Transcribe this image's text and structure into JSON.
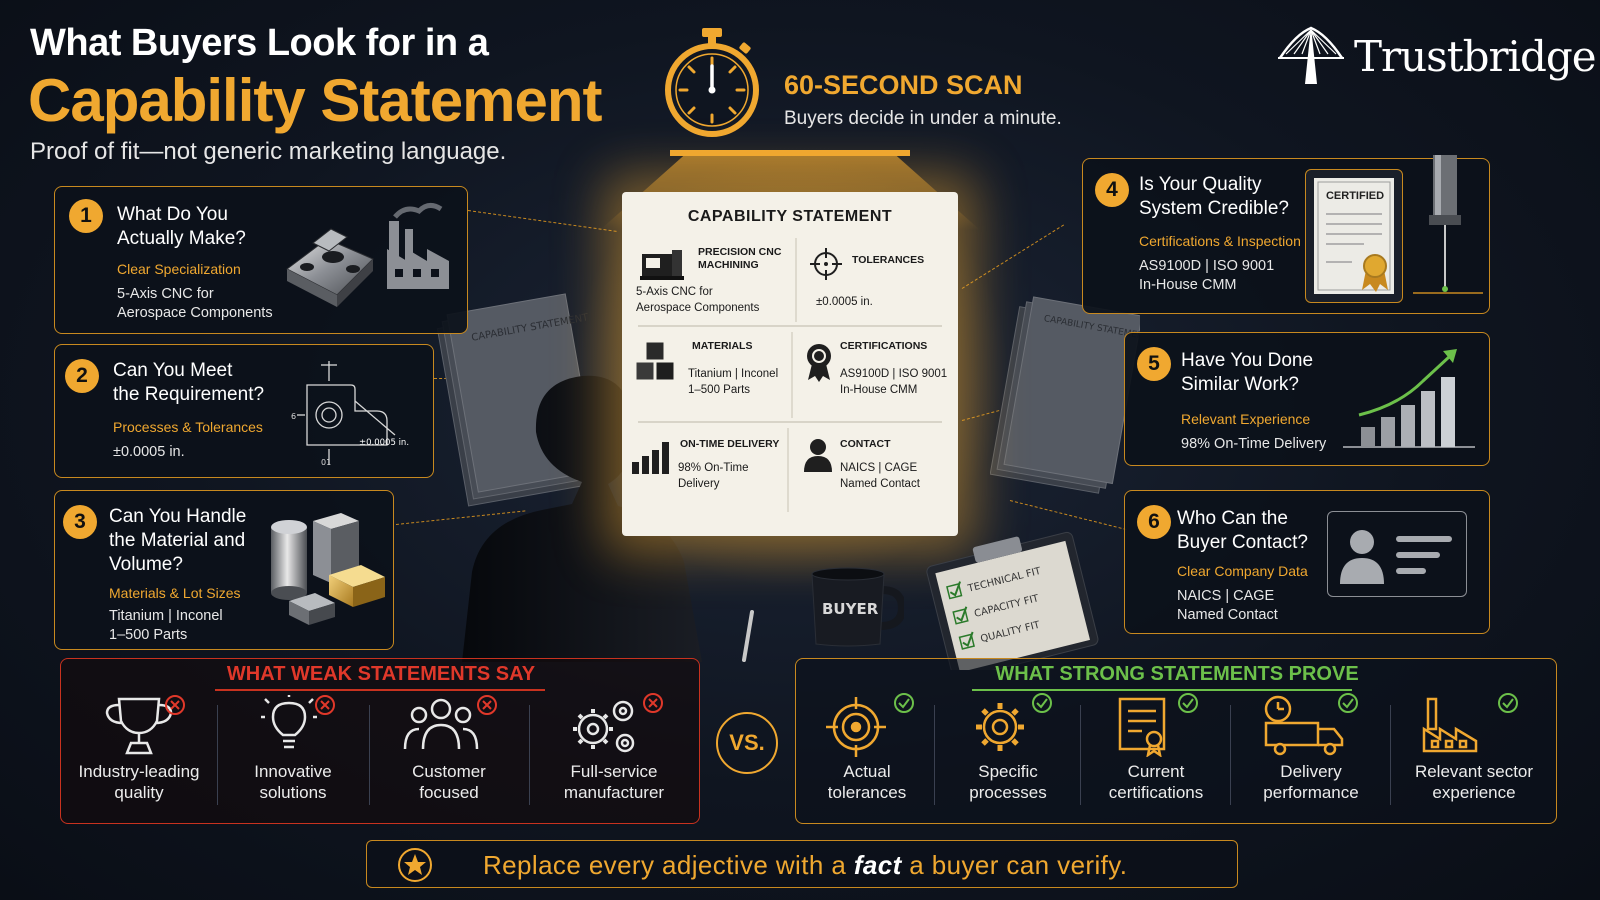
{
  "header": {
    "title_line1": "What Buyers Look for in a",
    "title_line2": "Capability Statement",
    "subtitle": "Proof of fit—not generic marketing language."
  },
  "scan": {
    "title": "60-SECOND SCAN",
    "subtitle": "Buyers decide in under a minute."
  },
  "brand": {
    "name": "Trustbridge",
    "icon": "bridge-tower-icon"
  },
  "cards": [
    {
      "number": "1",
      "question_line1": "What Do You",
      "question_line2": "Actually Make?",
      "category": "Clear Specialization",
      "detail_line1": "5-Axis CNC for",
      "detail_line2": "Aerospace Components"
    },
    {
      "number": "2",
      "question_line1": "Can You Meet",
      "question_line2": "the Requirement?",
      "category": "Processes & Tolerances",
      "detail_line1": "±0.0005 in.",
      "drawing_label": "±0.0005 in.",
      "drawing_dim1": "6",
      "drawing_dim2": "01"
    },
    {
      "number": "3",
      "question_line1": "Can You Handle",
      "question_line2": "the Material and",
      "question_line3": "Volume?",
      "category": "Materials & Lot Sizes",
      "detail_line1": "Titanium | Inconel",
      "detail_line2": "1–500 Parts"
    },
    {
      "number": "4",
      "question_line1": "Is Your Quality",
      "question_line2": "System Credible?",
      "category": "Certifications & Inspection",
      "detail_line1": "AS9100D | ISO 9001",
      "detail_line2": "In-House CMM",
      "badge": "CERTIFIED"
    },
    {
      "number": "5",
      "question_line1": "Have You Done",
      "question_line2": "Similar Work?",
      "category": "Relevant Experience",
      "detail_line1": "98% On-Time Delivery"
    },
    {
      "number": "6",
      "question_line1": "Who Can the",
      "question_line2": "Buyer Contact?",
      "category": "Clear Company Data",
      "detail_line1": "NAICS | CAGE",
      "detail_line2": "Named Contact"
    }
  ],
  "document": {
    "title": "CAPABILITY STATEMENT",
    "cells": [
      {
        "heading_line1": "PRECISION CNC",
        "heading_line2": "MACHINING",
        "text_line1": "5-Axis CNC for",
        "text_line2": "Aerospace Components",
        "icon": "cnc-machine-icon"
      },
      {
        "heading_line1": "TOLERANCES",
        "text_line1": "±0.0005 in.",
        "icon": "crosshair-icon"
      },
      {
        "heading_line1": "MATERIALS",
        "text_line1": "Titanium | Inconel",
        "text_line2": "1–500 Parts",
        "icon": "cubes-icon"
      },
      {
        "heading_line1": "CERTIFICATIONS",
        "text_line1": "AS9100D | ISO 9001",
        "text_line2": "In-House CMM",
        "icon": "award-icon"
      },
      {
        "heading_line1": "ON-TIME DELIVERY",
        "text_line1": "98% On-Time",
        "text_line2": "Delivery",
        "icon": "bar-chart-icon"
      },
      {
        "heading_line1": "CONTACT",
        "text_line1": "NAICS | CAGE",
        "text_line2": "Named Contact",
        "icon": "person-icon"
      }
    ]
  },
  "scene": {
    "stack_label_left": "CAPABILITY STATEMENT",
    "stack_label_right": "CAPABILITY STATEMENT",
    "mug_label": "BUYER",
    "clipboard_items": [
      "TECHNICAL FIT",
      "CAPACITY FIT",
      "QUALITY FIT"
    ]
  },
  "weak": {
    "title": "WHAT WEAK STATEMENTS SAY",
    "items": [
      {
        "line1": "Industry-leading",
        "line2": "quality",
        "icon": "trophy-icon"
      },
      {
        "line1": "Innovative",
        "line2": "solutions",
        "icon": "lightbulb-icon"
      },
      {
        "line1": "Customer",
        "line2": "focused",
        "icon": "people-icon"
      },
      {
        "line1": "Full-service",
        "line2": "manufacturer",
        "icon": "gears-icon"
      }
    ]
  },
  "vs_label": "VS.",
  "strong": {
    "title": "WHAT STRONG STATEMENTS PROVE",
    "items": [
      {
        "line1": "Actual",
        "line2": "tolerances",
        "icon": "target-icon"
      },
      {
        "line1": "Specific",
        "line2": "processes",
        "icon": "gear-icon"
      },
      {
        "line1": "Current",
        "line2": "certifications",
        "icon": "certificate-icon"
      },
      {
        "line1": "Delivery",
        "line2": "performance",
        "icon": "delivery-truck-icon"
      },
      {
        "line1": "Relevant sector",
        "line2": "experience",
        "icon": "factory-icon"
      }
    ]
  },
  "footer": {
    "text_before": "Replace every adjective with a ",
    "emphasis": "fact",
    "text_after": " a buyer can verify.",
    "icon": "star-icon"
  },
  "colors": {
    "accent": "#f0a830",
    "weak": "#e0382a",
    "strong": "#6cc04a",
    "background": "#0f1520"
  }
}
